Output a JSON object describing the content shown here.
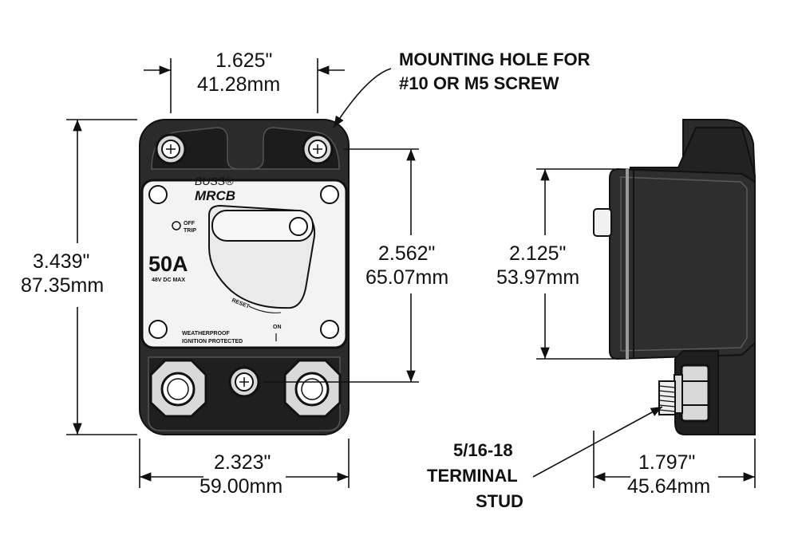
{
  "front_view": {
    "width_in": "2.323\"",
    "width_mm": "59.00mm",
    "height_in": "3.439\"",
    "height_mm": "87.35mm",
    "hole_spacing_in": "1.625\"",
    "hole_spacing_mm": "41.28mm",
    "hole_vertical_in": "2.562\"",
    "hole_vertical_mm": "65.07mm",
    "brand": "BUSS®",
    "model": "MRCB",
    "rating": "50A",
    "voltage": "48V DC MAX",
    "off_trip_top": "OFF",
    "off_trip_bottom": "TRIP",
    "reset_label": "RESET",
    "on_label": "ON",
    "weatherproof_line1": "WEATHERPROOF",
    "weatherproof_line2": "IGNITION PROTECTED"
  },
  "side_view": {
    "height_in": "2.125\"",
    "height_mm": "53.97mm",
    "depth_in": "1.797\"",
    "depth_mm": "45.64mm"
  },
  "callouts": {
    "mounting_hole_line1": "MOUNTING HOLE FOR",
    "mounting_hole_line2": "#10 OR M5 SCREW",
    "stud_line1": "5/16-18",
    "stud_line2": "TERMINAL",
    "stud_line3": "STUD"
  },
  "colors": {
    "body": "#2b2b2b",
    "face": "#f3f3f3",
    "line": "#111111"
  }
}
